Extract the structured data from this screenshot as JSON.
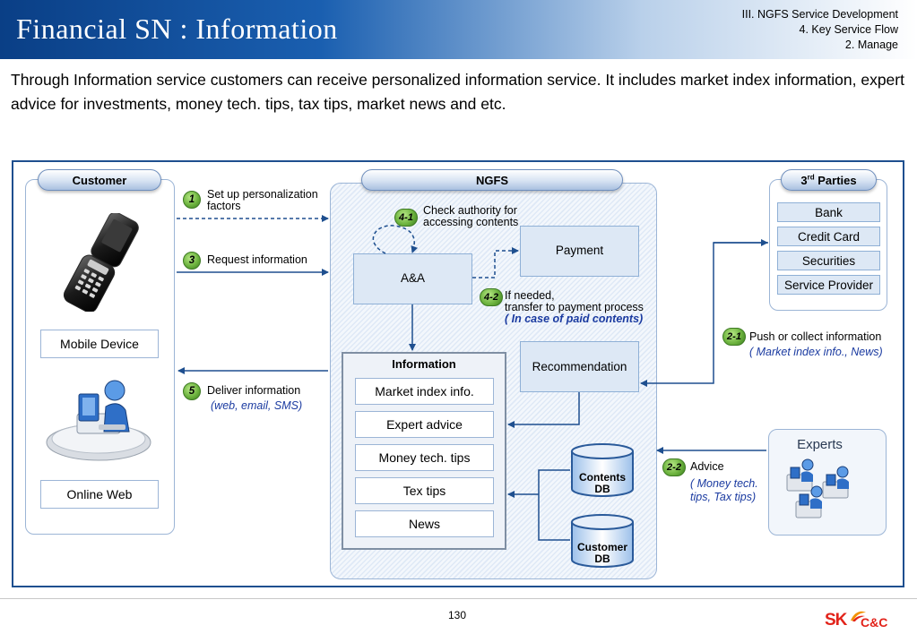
{
  "header": {
    "title": "Financial SN : Information",
    "nav_line1": "III. NGFS Service Development",
    "nav_line2": "4. Key Service Flow",
    "nav_line3": "2. Manage"
  },
  "intro": "Through Information service customers can receive personalized information service. It includes market index information, expert advice for investments, money tech. tips, tax tips, market news and etc.",
  "customer": {
    "title": "Customer",
    "mobile_label": "Mobile Device",
    "web_label": "Online Web"
  },
  "ngfs": {
    "title": "NGFS",
    "aa": "A&A",
    "payment": "Payment",
    "recommendation": "Recommendation",
    "information": {
      "title": "Information",
      "items": [
        "Market index info.",
        "Expert advice",
        "Money tech. tips",
        "Tex  tips",
        "News"
      ]
    },
    "contents_db": [
      "Contents",
      "DB"
    ],
    "customer_db": [
      "Customer",
      "DB"
    ]
  },
  "third_parties": {
    "title_main": "3",
    "title_sup": "rd",
    "title_rest": " Parties",
    "items": [
      "Bank",
      "Credit Card",
      "Securities",
      "Service Provider"
    ]
  },
  "experts": {
    "title": "Experts"
  },
  "steps": {
    "s1": {
      "num": "1",
      "line1": "Set up personalization",
      "line2": "factors"
    },
    "s3": {
      "num": "3",
      "text": "Request information"
    },
    "s41": {
      "num": "4-1",
      "line1": "Check authority for",
      "line2": "accessing contents"
    },
    "s42": {
      "num": "4-2",
      "line1": "If needed,",
      "line2": "transfer to payment process",
      "note": "( In case of paid contents)"
    },
    "s5": {
      "num": "5",
      "text": "Deliver information",
      "note": "(web, email, SMS)"
    },
    "s21": {
      "num": "2-1",
      "text": "Push or collect information",
      "note": "( Market index info., News)"
    },
    "s22": {
      "num": "2-2",
      "text": "Advice",
      "note1": "( Money tech.",
      "note2": "tips, Tax tips)"
    }
  },
  "footer": {
    "page": "130",
    "logo_sk": "SK",
    "logo_cc": "C&C"
  },
  "colors": {
    "header_blue": "#0a3f86",
    "frame": "#1e4f8f",
    "arrow": "#1e4f8f",
    "box_fill": "#dde8f5",
    "step_green": "#6db33f",
    "note_blue": "#1a3aa0",
    "logo_red": "#e2231a",
    "logo_orange": "#f39200"
  }
}
